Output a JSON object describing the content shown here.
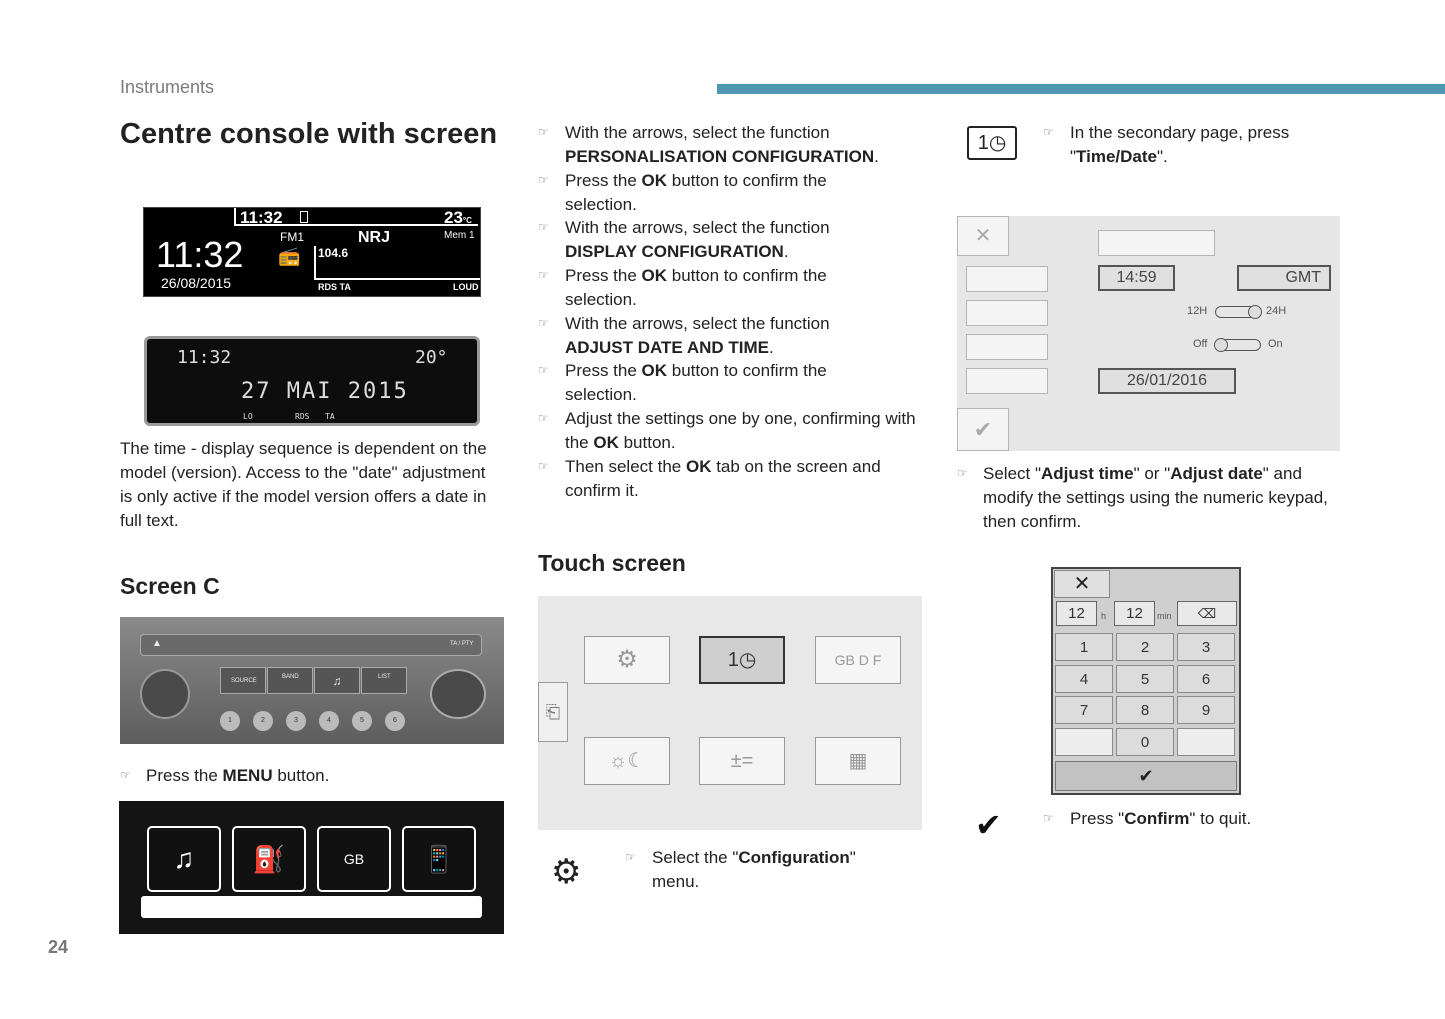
{
  "header": {
    "section": "Instruments",
    "page_number": "24"
  },
  "left": {
    "title": "Centre console with screen",
    "lcd1": {
      "clock_small": "11:32",
      "temp": "23",
      "temp_unit": "°C",
      "band": "FM1",
      "station": "NRJ",
      "mem": "Mem 1",
      "clock_big": "11:32",
      "frequency": "104.6",
      "date": "26/08/2015",
      "rds": "RDS TA",
      "loud": "LOUD"
    },
    "lcd2": {
      "clock": "11:32",
      "temp": "20°",
      "date": "27 MAI 2015",
      "flags": [
        "LO",
        "RDS",
        "TA"
      ]
    },
    "description": "The time - display sequence is dependent on the model (version). Access to the \"date\" adjustment is only active if the model version offers a date in full text.",
    "screen_c_heading": "Screen C",
    "radio": {
      "source": "SOURCE",
      "band": "BAND",
      "list": "LIST",
      "ta_pty": "TA / PTY",
      "presets": [
        "1",
        "2",
        "3",
        "4",
        "5",
        "6"
      ]
    },
    "press_menu": {
      "pre": "Press the ",
      "bold": "MENU",
      "post": " button."
    }
  },
  "middle": {
    "steps": [
      {
        "pre": "With the arrows, select the function ",
        "bold": "PERSONALISATION CONFIGURATION",
        "post": "."
      },
      {
        "pre": "Press the ",
        "bold": "OK",
        "post": " button to confirm the selection."
      },
      {
        "pre": "With the arrows, select the function ",
        "bold": "DISPLAY CONFIGURATION",
        "post": "."
      },
      {
        "pre": "Press the ",
        "bold": "OK",
        "post": " button to confirm the selection."
      },
      {
        "pre": "With the arrows, select the function ",
        "bold": "ADJUST DATE AND TIME",
        "post": "."
      },
      {
        "pre": "Press the ",
        "bold": "OK",
        "post": " button to confirm the selection."
      },
      {
        "pre": "Adjust the settings one by one, confirming with the ",
        "bold": "OK",
        "post": " button."
      },
      {
        "pre": "Then select the ",
        "bold": "OK",
        "post": " tab on the screen and confirm it."
      }
    ],
    "touch_heading": "Touch screen",
    "select_config": {
      "pre": "Select the \"",
      "bold": "Configuration",
      "post": "\" menu."
    }
  },
  "right": {
    "secondary": {
      "pre": "In the secondary page, press \"",
      "bold": "Time/Date",
      "post": "\"."
    },
    "date_panel": {
      "time": "14:59",
      "gmt": "GMT",
      "h12": "12H",
      "h24": "24H",
      "off": "Off",
      "on": "On",
      "date": "26/01/2016"
    },
    "adjust": {
      "pre": "Select \"",
      "bold1": "Adjust time",
      "mid": "\" or \"",
      "bold2": "Adjust date",
      "post": "\" and modify the settings using the numeric keypad, then confirm."
    },
    "keypad": {
      "hours": "12",
      "h_label": "h",
      "minutes": "12",
      "min_label": "min",
      "keys": [
        "1",
        "2",
        "3",
        "4",
        "5",
        "6",
        "7",
        "8",
        "9",
        "0"
      ]
    },
    "confirm": {
      "pre": "Press \"",
      "bold": "Confirm",
      "post": "\" to quit."
    }
  },
  "icons": [
    "pointing-hand-icon",
    "gear-icon",
    "clock-calendar-icon",
    "checkmark-icon",
    "close-icon",
    "backspace-icon"
  ]
}
